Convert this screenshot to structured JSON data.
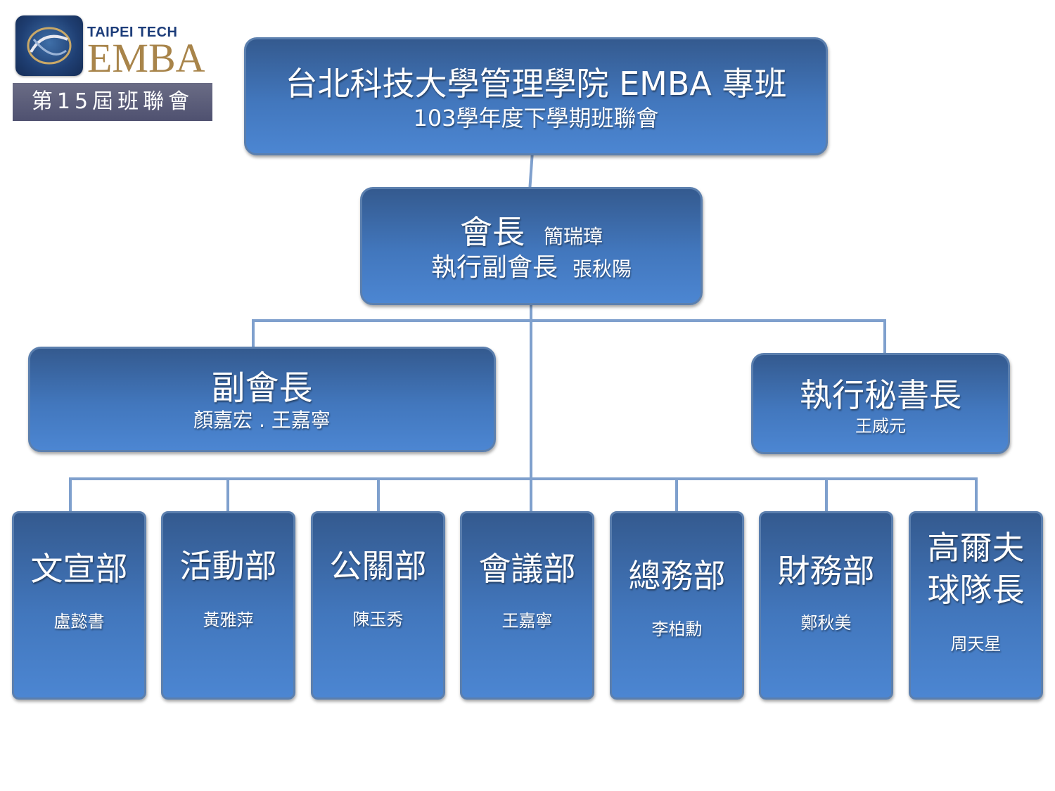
{
  "logo": {
    "school": "TAIPEI TECH",
    "program": "EMBA",
    "term": "第15屆班聯會",
    "icon": "swirl-emblem-icon"
  },
  "top": {
    "title": "台北科技大學管理學院 EMBA 專班",
    "subtitle": "103學年度下學期班聯會"
  },
  "president": {
    "role": "會長",
    "name": "簡瑞璋",
    "exec_role": "執行副會長",
    "exec_name": "張秋陽"
  },
  "vice": {
    "role": "副會長",
    "names": "顏嘉宏 . 王嘉寧"
  },
  "secretary": {
    "role": "執行秘書長",
    "name": "王威元"
  },
  "departments": [
    {
      "title": "文宣部",
      "name": "盧懿書"
    },
    {
      "title": "活動部",
      "name": "黃雅萍"
    },
    {
      "title": "公關部",
      "name": "陳玉秀"
    },
    {
      "title": "會議部",
      "name": "王嘉寧"
    },
    {
      "title": "總務部",
      "name": "李柏勳"
    },
    {
      "title": "財務部",
      "name": "鄭秋美"
    },
    {
      "title_line1": "高爾夫",
      "title_line2": "球隊長",
      "name": "周天星"
    }
  ],
  "colors": {
    "box_top": "#345a8f",
    "box_bottom": "#4c86d2",
    "border": "#5b7fae",
    "connector": "#7fa0cd"
  }
}
